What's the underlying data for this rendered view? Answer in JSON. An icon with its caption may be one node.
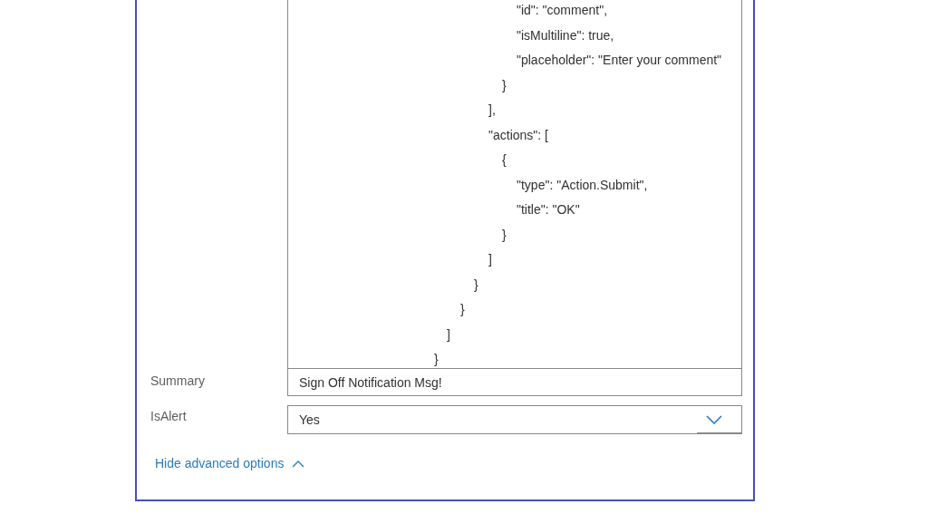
{
  "diagram": {
    "nodes": [
      {
        "text": [],
        "shape": "box"
      },
      {
        "text": [
          "\"id\": \"comment\",",
          "\"isMultiline\": true,",
          "\"placeholder\": \"Enter your comment\"",
          "}",
          "],",
          "\"actions\": [",
          "{",
          "\"type\": \"Action.Submit\",",
          "\"title\": \"OK\"",
          "}",
          "]",
          "}",
          "}",
          "]",
          "}"
        ],
        "in": 0
      },
      {
        "text": [
          "Sign Off Notification Msg!"
        ],
        "in": 0
      },
      {
        "text": [
          "Yes"
        ],
        "in": 0
      }
    ],
    "edges": [],
    "labels": [
      "Summary",
      "IsAlert",
      "Hide advanced options"
    ]
  }
}
